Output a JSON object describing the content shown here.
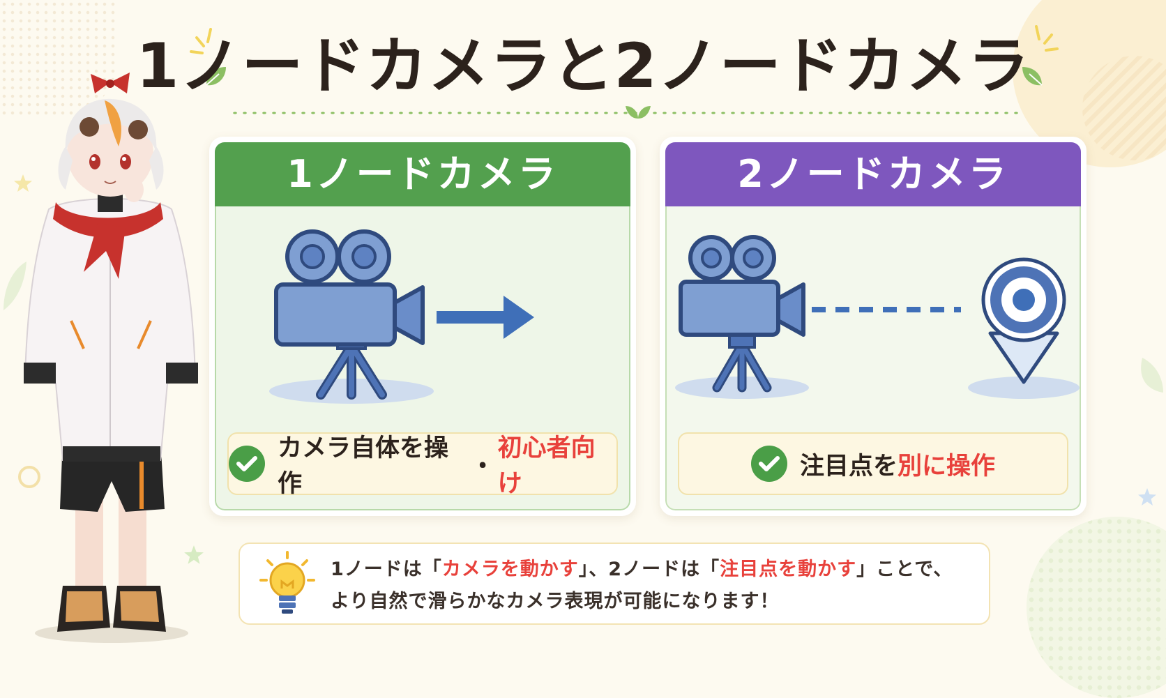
{
  "title": "1ノードカメラと2ノードカメラ",
  "cards": [
    {
      "header": "1ノードカメラ",
      "header_color": "#53a04e",
      "caption_main": "カメラ自体を操作",
      "caption_sep": "・",
      "caption_highlight": "初心者向け"
    },
    {
      "header": "2ノードカメラ",
      "header_color": "#7e57be",
      "caption_main": "注目点を",
      "caption_highlight": "別に操作"
    }
  ],
  "tip": {
    "icon": "lightbulb-icon",
    "line1_a": "1ノードは「",
    "line1_b": "カメラを動かす",
    "line1_c": "」、2ノードは「",
    "line1_d": "注目点を動かす",
    "line1_e": "」ことで、",
    "line2": "より自然で滑らかなカメラ表現が可能になります！"
  },
  "colors": {
    "accent_green": "#53a04e",
    "accent_purple": "#7e57be",
    "highlight_red": "#e8413b",
    "camera_blue": "#7f9fd2"
  }
}
